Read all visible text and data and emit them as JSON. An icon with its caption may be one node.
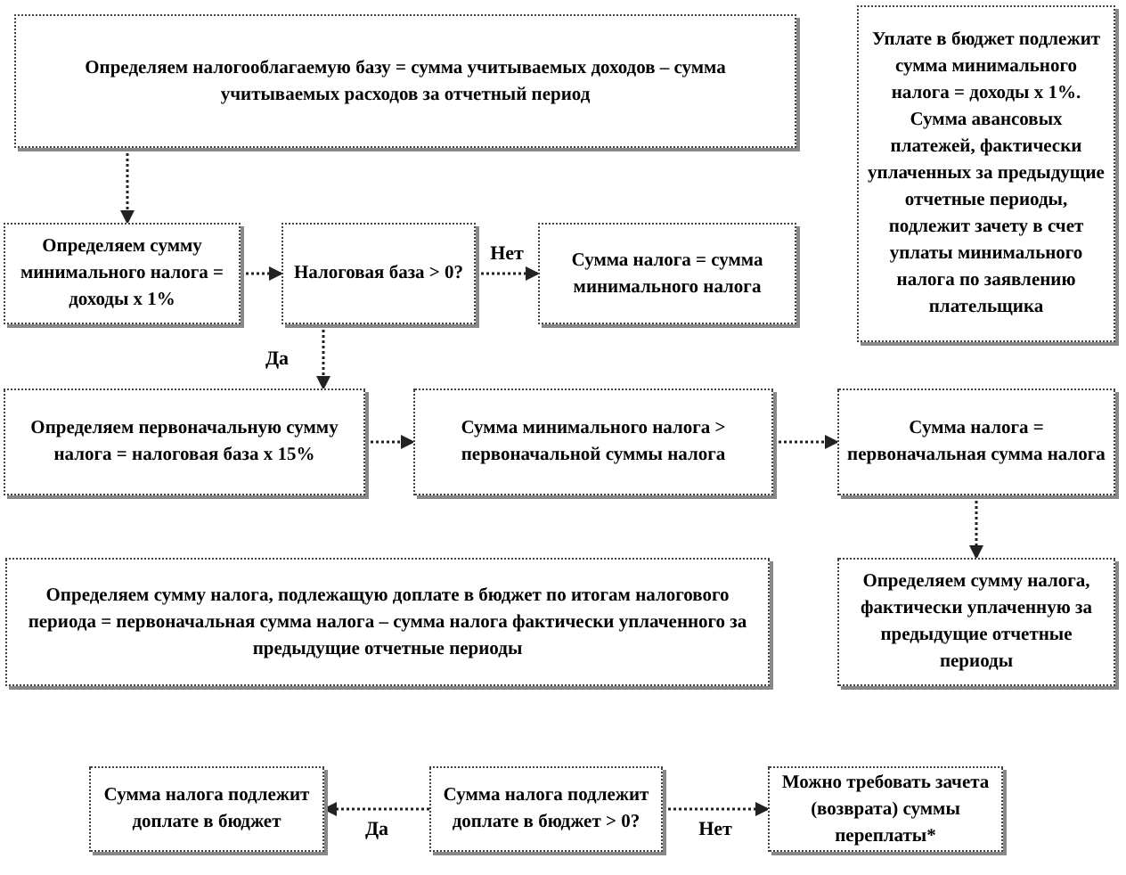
{
  "diagram": {
    "nodes": [
      {
        "text": [
          "Определяем налогооблагаемую базу = сумма учитываемых доходов – сумма учитываемых расходов за отчетный период"
        ]
      },
      {
        "text": [
          "Определяем сумму минимального налога = доходы х 1%"
        ]
      },
      {
        "text": [
          "Налоговая база > 0?"
        ]
      },
      {
        "text": [
          "Сумма налога = сумма минимального налога"
        ]
      },
      {
        "text": [
          "Уплате в бюджет подлежит сумма минимального налога = доходы х 1%. Сумма авансовых платежей, фактически уплаченных за предыдущие отчетные периоды, подлежит зачету в счет уплаты минимального налога по заявлению плательщика"
        ]
      },
      {
        "text": [
          "Определяем первоначальную сумму налога = налоговая база х 15%"
        ]
      },
      {
        "text": [
          "Сумма минимального налога > первоначальной суммы налога"
        ]
      },
      {
        "text": [
          "Сумма налога = первоначальная сумма налога"
        ]
      },
      {
        "text": [
          "Определяем сумму налога, подлежащую доплате в бюджет по итогам налогового периода = первоначальная сумма налога – сумма налога фактически уплаченного за предыдущие отчетные периоды"
        ]
      },
      {
        "text": [
          "Определяем сумму налога, фактически уплаченную за предыдущие отчетные периоды"
        ]
      },
      {
        "text": [
          "Сумма налога подлежит доплате в бюджет"
        ]
      },
      {
        "text": [
          "Сумма налога подлежит доплате в бюджет > 0?"
        ]
      },
      {
        "text": [
          "Можно требовать зачета (возврата) суммы переплаты*"
        ]
      }
    ],
    "edges": [
      {
        "from": 0,
        "to": 1,
        "arrow": "to"
      },
      {
        "from": 1,
        "to": 2,
        "arrow": "to"
      },
      {
        "from": 2,
        "to": 3,
        "arrow": "to",
        "label": "Нет"
      },
      {
        "from": 2,
        "to": 5,
        "arrow": "to",
        "label": "Да"
      },
      {
        "from": 5,
        "to": 6,
        "arrow": "to"
      },
      {
        "from": 6,
        "to": 7,
        "arrow": "to"
      },
      {
        "from": 7,
        "to": 9,
        "arrow": "to"
      },
      {
        "from": 11,
        "to": 10,
        "arrow": "to",
        "label": "Да"
      },
      {
        "from": 11,
        "to": 12,
        "arrow": "to",
        "label": "Нет"
      }
    ]
  }
}
